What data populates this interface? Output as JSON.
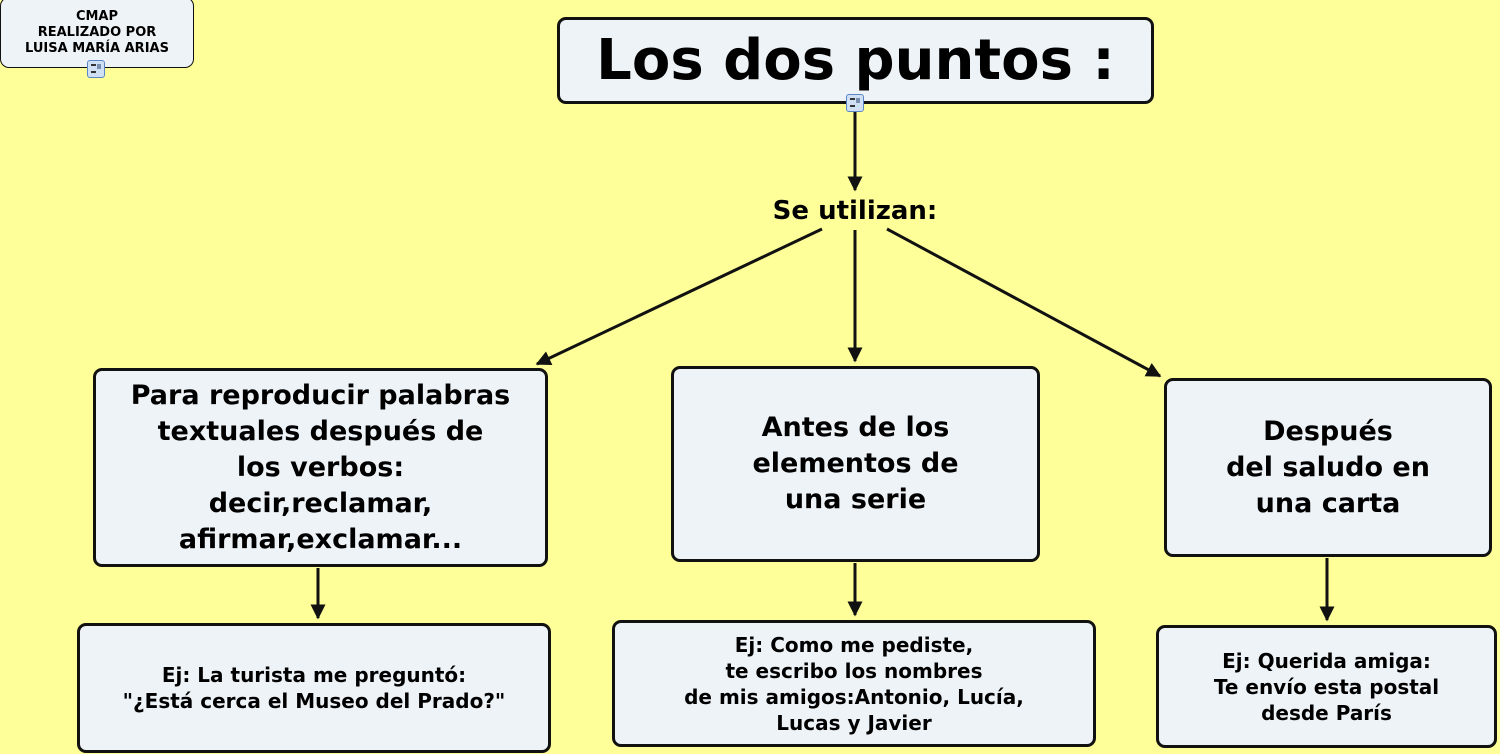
{
  "author_note": "CMAP\nREALIZADO POR\nLUISA MARÍA ARIAS",
  "title": "Los dos puntos  :",
  "linking_phrase": "Se utilizan:",
  "uses": [
    {
      "text": "Para reproducir palabras\ntextuales después de\nlos verbos:\ndecir,reclamar,\nafirmar,exclamar...",
      "example": "Ej: La turista me preguntó:\n\"¿Está cerca el Museo del Prado?\""
    },
    {
      "text": "Antes de los\nelementos de\nuna serie",
      "example": "Ej: Como me pediste,\nte escribo los nombres\nde mis amigos:Antonio, Lucía,\nLucas y Javier"
    },
    {
      "text": "Después\ndel saludo en\nuna carta",
      "example": "Ej: Querida amiga:\nTe envío esta postal\ndesde París"
    }
  ],
  "icons": {
    "resource": "resource-document-icon"
  },
  "colors": {
    "background": "#ffff99",
    "node_fill": "#eef3f7",
    "border": "#111111"
  }
}
